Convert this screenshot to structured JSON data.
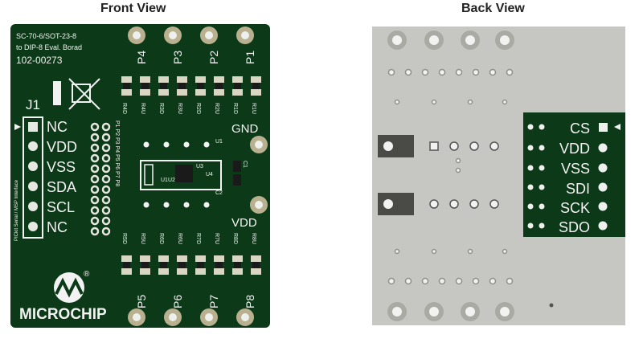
{
  "titles": {
    "front": "Front View",
    "back": "Back View"
  },
  "front": {
    "part_text_1": "SC-70-6/SOT-23-8",
    "part_text_2": "to DIP-8 Eval. Borad",
    "part_number": "102-00273",
    "connector": "J1",
    "header_labels": [
      "NC",
      "VDD",
      "VSS",
      "SDA",
      "SCL",
      "NC"
    ],
    "interface_text": "PICkit Serial / MSP Interface",
    "pad_labels_top": [
      "P4",
      "P3",
      "P2",
      "P1"
    ],
    "pad_labels_bottom": [
      "P5",
      "P6",
      "P7",
      "P8"
    ],
    "gnd_label": "GND",
    "vdd_label": "VDD",
    "pin_refs": "P1 P2 P3 P4 P5 P6 P7 P8",
    "resistor_top": [
      "R4D",
      "R4U",
      "R3D",
      "R3U",
      "R2D",
      "R2U",
      "R1D",
      "R1U"
    ],
    "resistor_bottom": [
      "R5D",
      "R5U",
      "R6D",
      "R6U",
      "R7D",
      "R7U",
      "R8D",
      "R8U"
    ],
    "ic_labels": [
      "U1",
      "U1U2",
      "U3",
      "U4",
      "C1",
      "C2"
    ],
    "logo_text": "MICROCHIP",
    "logo_mark": "®"
  },
  "back": {
    "header_labels": [
      "CS",
      "VDD",
      "VSS",
      "SDI",
      "SCK",
      "SDO"
    ]
  },
  "colors": {
    "pcb_green": "#0c3a18",
    "silkscreen": "#f2f2f2",
    "pad_gold": "#b8b08e",
    "back_board": "#c6c7c2"
  }
}
